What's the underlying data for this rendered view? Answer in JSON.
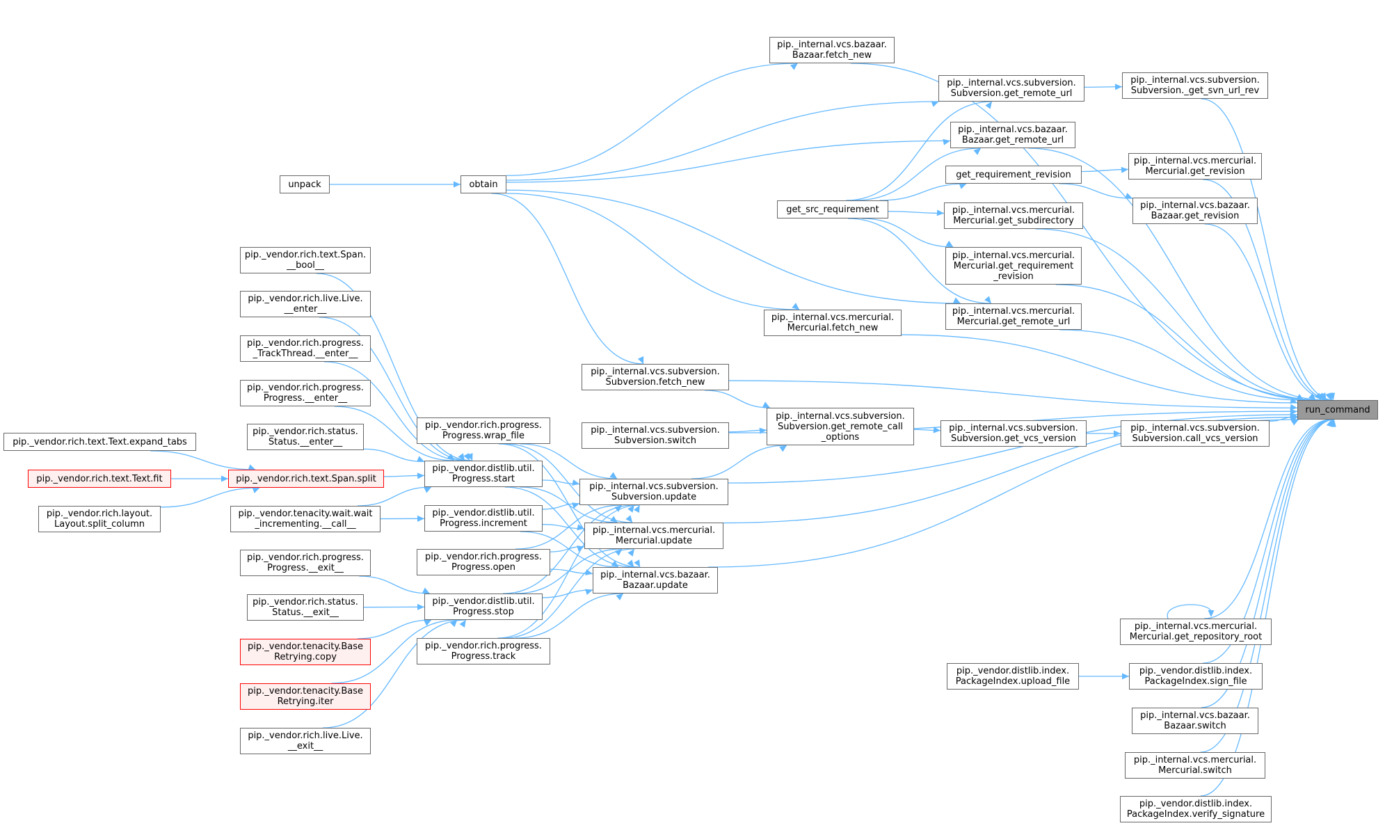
{
  "diagram": {
    "colors": {
      "edge": "#63b8ff",
      "node_border": "#666666",
      "focus_fill": "#999999",
      "red_border": "#ff0000",
      "red_fill": "#fff0f0"
    },
    "nodes": [
      {
        "id": "run_command",
        "lines": [
          "run_command"
        ],
        "style": "focus"
      },
      {
        "id": "bazaar_fetch_new",
        "lines": [
          "pip._internal.vcs.bazaar.",
          "Bazaar.fetch_new"
        ]
      },
      {
        "id": "sv_get_remote_url",
        "lines": [
          "pip._internal.vcs.subversion.",
          "Subversion.get_remote_url"
        ]
      },
      {
        "id": "sv_get_svn_url_rev",
        "lines": [
          "pip._internal.vcs.subversion.",
          "Subversion._get_svn_url_rev"
        ]
      },
      {
        "id": "bz_get_remote_url",
        "lines": [
          "pip._internal.vcs.bazaar.",
          "Bazaar.get_remote_url"
        ]
      },
      {
        "id": "get_requirement_revision",
        "lines": [
          "get_requirement_revision"
        ]
      },
      {
        "id": "hg_get_revision",
        "lines": [
          "pip._internal.vcs.mercurial.",
          "Mercurial.get_revision"
        ]
      },
      {
        "id": "bz_get_revision",
        "lines": [
          "pip._internal.vcs.bazaar.",
          "Bazaar.get_revision"
        ]
      },
      {
        "id": "unpack",
        "lines": [
          "unpack"
        ]
      },
      {
        "id": "obtain",
        "lines": [
          "obtain"
        ]
      },
      {
        "id": "get_src_requirement",
        "lines": [
          "get_src_requirement"
        ]
      },
      {
        "id": "hg_get_subdirectory",
        "lines": [
          "pip._internal.vcs.mercurial.",
          "Mercurial.get_subdirectory"
        ]
      },
      {
        "id": "hg_get_requirement_revision",
        "lines": [
          "pip._internal.vcs.mercurial.",
          "Mercurial.get_requirement",
          "_revision"
        ]
      },
      {
        "id": "hg_get_remote_url",
        "lines": [
          "pip._internal.vcs.mercurial.",
          "Mercurial.get_remote_url"
        ]
      },
      {
        "id": "hg_fetch_new",
        "lines": [
          "pip._internal.vcs.mercurial.",
          "Mercurial.fetch_new"
        ]
      },
      {
        "id": "sv_fetch_new",
        "lines": [
          "pip._internal.vcs.subversion.",
          "Subversion.fetch_new"
        ]
      },
      {
        "id": "sv_get_remote_call_options",
        "lines": [
          "pip._internal.vcs.subversion.",
          "Subversion.get_remote_call",
          "_options"
        ]
      },
      {
        "id": "sv_get_vcs_version",
        "lines": [
          "pip._internal.vcs.subversion.",
          "Subversion.get_vcs_version"
        ]
      },
      {
        "id": "sv_call_vcs_version",
        "lines": [
          "pip._internal.vcs.subversion.",
          "Subversion.call_vcs_version"
        ]
      },
      {
        "id": "sv_switch",
        "lines": [
          "pip._internal.vcs.subversion.",
          "Subversion.switch"
        ]
      },
      {
        "id": "sv_update",
        "lines": [
          "pip._internal.vcs.subversion.",
          "Subversion.update"
        ]
      },
      {
        "id": "hg_update",
        "lines": [
          "pip._internal.vcs.mercurial.",
          "Mercurial.update"
        ]
      },
      {
        "id": "bz_update",
        "lines": [
          "pip._internal.vcs.bazaar.",
          "Bazaar.update"
        ]
      },
      {
        "id": "rp_wrap_file",
        "lines": [
          "pip._vendor.rich.progress.",
          "Progress.wrap_file"
        ]
      },
      {
        "id": "dl_start",
        "lines": [
          "pip._vendor.distlib.util.",
          "Progress.start"
        ]
      },
      {
        "id": "dl_increment",
        "lines": [
          "pip._vendor.distlib.util.",
          "Progress.increment"
        ]
      },
      {
        "id": "rp_open",
        "lines": [
          "pip._vendor.rich.progress.",
          "Progress.open"
        ]
      },
      {
        "id": "dl_stop",
        "lines": [
          "pip._vendor.distlib.util.",
          "Progress.stop"
        ]
      },
      {
        "id": "rp_track",
        "lines": [
          "pip._vendor.rich.progress.",
          "Progress.track"
        ]
      },
      {
        "id": "span_bool",
        "lines": [
          "pip._vendor.rich.text.Span.",
          "__bool__"
        ]
      },
      {
        "id": "live_enter",
        "lines": [
          "pip._vendor.rich.live.Live.",
          "__enter__"
        ]
      },
      {
        "id": "trackthread_enter",
        "lines": [
          "pip._vendor.rich.progress.",
          "_TrackThread.__enter__"
        ]
      },
      {
        "id": "progress_enter",
        "lines": [
          "pip._vendor.rich.progress.",
          "Progress.__enter__"
        ]
      },
      {
        "id": "status_enter",
        "lines": [
          "pip._vendor.rich.status.",
          "Status.__enter__"
        ]
      },
      {
        "id": "span_split",
        "lines": [
          "pip._vendor.rich.text.Span.split"
        ],
        "style": "red"
      },
      {
        "id": "wait_incrementing",
        "lines": [
          "pip._vendor.tenacity.wait.wait",
          "_incrementing.__call__"
        ]
      },
      {
        "id": "progress_exit",
        "lines": [
          "pip._vendor.rich.progress.",
          "Progress.__exit__"
        ]
      },
      {
        "id": "status_exit",
        "lines": [
          "pip._vendor.rich.status.",
          "Status.__exit__"
        ]
      },
      {
        "id": "base_copy",
        "lines": [
          "pip._vendor.tenacity.Base",
          "Retrying.copy"
        ],
        "style": "red"
      },
      {
        "id": "base_iter",
        "lines": [
          "pip._vendor.tenacity.Base",
          "Retrying.iter"
        ],
        "style": "red"
      },
      {
        "id": "live_exit",
        "lines": [
          "pip._vendor.rich.live.Live.",
          "__exit__"
        ]
      },
      {
        "id": "expand_tabs",
        "lines": [
          "pip._vendor.rich.text.Text.expand_tabs"
        ]
      },
      {
        "id": "text_fit",
        "lines": [
          "pip._vendor.rich.text.Text.fit"
        ],
        "style": "red"
      },
      {
        "id": "split_column",
        "lines": [
          "pip._vendor.rich.layout.",
          "Layout.split_column"
        ]
      },
      {
        "id": "hg_get_repository_root",
        "lines": [
          "pip._internal.vcs.mercurial.",
          "Mercurial.get_repository_root"
        ]
      },
      {
        "id": "upload_file",
        "lines": [
          "pip._vendor.distlib.index.",
          "PackageIndex.upload_file"
        ]
      },
      {
        "id": "sign_file",
        "lines": [
          "pip._vendor.distlib.index.",
          "PackageIndex.sign_file"
        ]
      },
      {
        "id": "bz_switch",
        "lines": [
          "pip._internal.vcs.bazaar.",
          "Bazaar.switch"
        ]
      },
      {
        "id": "hg_switch",
        "lines": [
          "pip._internal.vcs.mercurial.",
          "Mercurial.switch"
        ]
      },
      {
        "id": "verify_signature",
        "lines": [
          "pip._vendor.distlib.index.",
          "PackageIndex.verify_signature"
        ]
      }
    ],
    "edges": [
      [
        "bazaar_fetch_new",
        "run_command"
      ],
      [
        "sv_get_svn_url_rev",
        "run_command"
      ],
      [
        "bz_get_remote_url",
        "run_command"
      ],
      [
        "hg_get_revision",
        "run_command"
      ],
      [
        "bz_get_revision",
        "run_command"
      ],
      [
        "hg_get_subdirectory",
        "run_command"
      ],
      [
        "hg_get_requirement_revision",
        "run_command"
      ],
      [
        "hg_get_remote_url",
        "run_command"
      ],
      [
        "hg_fetch_new",
        "run_command"
      ],
      [
        "sv_fetch_new",
        "run_command"
      ],
      [
        "sv_call_vcs_version",
        "run_command"
      ],
      [
        "sv_switch",
        "run_command"
      ],
      [
        "sv_update",
        "run_command"
      ],
      [
        "hg_update",
        "run_command"
      ],
      [
        "bz_update",
        "run_command"
      ],
      [
        "hg_get_repository_root",
        "run_command"
      ],
      [
        "sign_file",
        "run_command"
      ],
      [
        "bz_switch",
        "run_command"
      ],
      [
        "hg_switch",
        "run_command"
      ],
      [
        "verify_signature",
        "run_command"
      ],
      [
        "sv_get_remote_url",
        "sv_get_svn_url_rev"
      ],
      [
        "get_requirement_revision",
        "hg_get_revision"
      ],
      [
        "get_requirement_revision",
        "bz_get_revision"
      ],
      [
        "unpack",
        "obtain"
      ],
      [
        "obtain",
        "bazaar_fetch_new"
      ],
      [
        "obtain",
        "sv_get_remote_url"
      ],
      [
        "obtain",
        "bz_get_remote_url"
      ],
      [
        "obtain",
        "hg_get_remote_url"
      ],
      [
        "obtain",
        "hg_fetch_new"
      ],
      [
        "obtain",
        "sv_fetch_new"
      ],
      [
        "get_src_requirement",
        "sv_get_remote_url"
      ],
      [
        "get_src_requirement",
        "bz_get_remote_url"
      ],
      [
        "get_src_requirement",
        "get_requirement_revision"
      ],
      [
        "get_src_requirement",
        "hg_get_subdirectory"
      ],
      [
        "get_src_requirement",
        "hg_get_requirement_revision"
      ],
      [
        "get_src_requirement",
        "hg_get_remote_url"
      ],
      [
        "sv_fetch_new",
        "sv_get_remote_call_options"
      ],
      [
        "sv_switch",
        "sv_get_remote_call_options"
      ],
      [
        "sv_update",
        "sv_get_remote_call_options"
      ],
      [
        "sv_get_remote_call_options",
        "sv_get_vcs_version"
      ],
      [
        "sv_get_vcs_version",
        "sv_call_vcs_version"
      ],
      [
        "rp_wrap_file",
        "sv_update"
      ],
      [
        "rp_wrap_file",
        "hg_update"
      ],
      [
        "rp_wrap_file",
        "bz_update"
      ],
      [
        "dl_start",
        "sv_update"
      ],
      [
        "dl_start",
        "hg_update"
      ],
      [
        "dl_start",
        "bz_update"
      ],
      [
        "dl_increment",
        "sv_update"
      ],
      [
        "dl_increment",
        "hg_update"
      ],
      [
        "dl_increment",
        "bz_update"
      ],
      [
        "rp_open",
        "sv_update"
      ],
      [
        "rp_open",
        "hg_update"
      ],
      [
        "rp_open",
        "bz_update"
      ],
      [
        "dl_stop",
        "sv_update"
      ],
      [
        "dl_stop",
        "hg_update"
      ],
      [
        "dl_stop",
        "bz_update"
      ],
      [
        "rp_track",
        "sv_update"
      ],
      [
        "rp_track",
        "hg_update"
      ],
      [
        "rp_track",
        "bz_update"
      ],
      [
        "span_bool",
        "dl_start"
      ],
      [
        "live_enter",
        "dl_start"
      ],
      [
        "trackthread_enter",
        "dl_start"
      ],
      [
        "progress_enter",
        "dl_start"
      ],
      [
        "status_enter",
        "dl_start"
      ],
      [
        "span_split",
        "dl_start"
      ],
      [
        "wait_incrementing",
        "dl_start"
      ],
      [
        "wait_incrementing",
        "dl_increment"
      ],
      [
        "progress_exit",
        "dl_stop"
      ],
      [
        "status_exit",
        "dl_stop"
      ],
      [
        "base_copy",
        "dl_stop"
      ],
      [
        "base_iter",
        "dl_stop"
      ],
      [
        "live_exit",
        "dl_stop"
      ],
      [
        "expand_tabs",
        "span_split"
      ],
      [
        "text_fit",
        "span_split"
      ],
      [
        "split_column",
        "span_split"
      ],
      [
        "upload_file",
        "sign_file"
      ],
      [
        "hg_get_repository_root",
        "hg_get_repository_root"
      ]
    ]
  }
}
